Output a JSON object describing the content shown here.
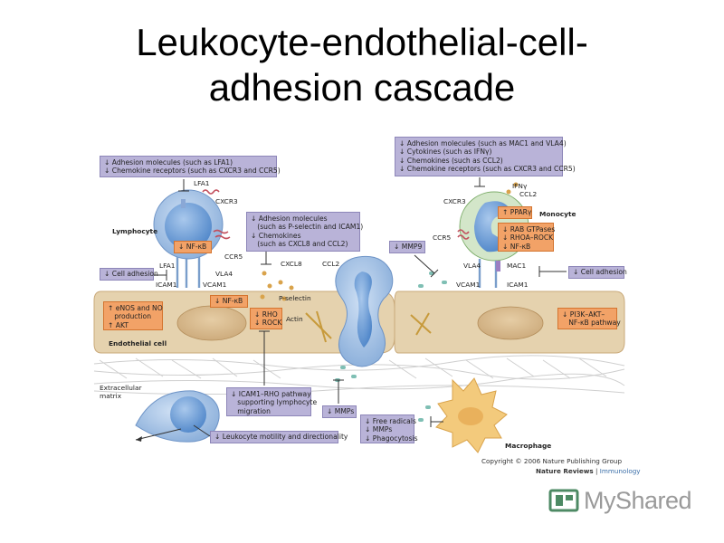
{
  "slide": {
    "title_line1": "Leukocyte-endothelial-cell-",
    "title_line2": "adhesion cascade"
  },
  "boxes": {
    "lymphocyte_adhesion": "↓ Adhesion molecules (such as LFA1)\n↓ Chemokine receptors (such as CXCR3 and CCR5)",
    "lymph_nfkb": "↓ NF-κB",
    "endo_adhesion": "↓ Adhesion molecules\n   (such as P-selectin and ICAM1)\n↓ Chemokines\n   (such as CXCL8 and CCL2)",
    "monocyte_adhesion": "↓ Adhesion molecules (such as MAC1 and VLA4)\n↓ Cytokines (such as IFNγ)\n↓ Chemokines (such as CCL2)\n↓ Chemokine receptors (such as CXCR3 and CCR5)",
    "pparg": "↑ PPARγ",
    "rab": "↓ RAB GTPases\n↓ RHOA–ROCK\n↓ NF-κB",
    "mmp9": "↓ MMP9",
    "cell_adhesion_left": "↓ Cell adhesion",
    "cell_adhesion_right": "↓ Cell adhesion",
    "endo_nfkb": "↓ NF-κB",
    "enos": "↑ eNOS and NO\n   production\n↑ AKT",
    "rho": "↓ RHO\n↓ ROCK",
    "pi3k": "↓ PI3K–AKT–\n   NF-κB pathway",
    "icam1_rho": "↓ ICAM1–RHO pathway\n   supporting lymphocyte\n   migration",
    "mmps": "↓ MMPs",
    "free_radicals": "↓ Free radicals\n↓ MMPs\n↓ Phagocytosis",
    "motility": "↓ Leukocyte motility and directionality"
  },
  "labels": {
    "lfa1_top": "LFA1",
    "cxcr3_left": "CXCR3",
    "lymphocyte": "Lymphocyte",
    "ccr5_left": "CCR5",
    "lfa1_low": "LFA1",
    "vla4_left": "VLA4",
    "icam1_left": "ICAM1",
    "vcam1_left": "VCAM1",
    "cxcl8": "CXCL8",
    "ccl2_mid": "CCL2",
    "p_selectin": "P-selectin",
    "actin": "Actin",
    "endothelial_cell": "Endothelial cell",
    "extracellular_matrix": "Extracellular\nmatrix",
    "ifng": "IFNγ",
    "ccl2_right": "CCL2",
    "cxcr3_right": "CXCR3",
    "monocyte": "Monocyte",
    "ccr5_right": "CCR5",
    "vla4_right": "VLA4",
    "mac1": "MAC1",
    "vcam1_right": "VCAM1",
    "icam1_right": "ICAM1",
    "macrophage": "Macrophage"
  },
  "copyright": {
    "line1": "Copyright © 2006 Nature Publishing Group",
    "line2_bold": "Nature Reviews",
    "line2_sep": " | ",
    "line2_rest": "Immunology"
  },
  "watermark": {
    "text": "MyShared"
  },
  "colors": {
    "purple_box": "#b9b3d8",
    "orange_box": "#f2a267",
    "endothelium": "#e3cfa9",
    "cell_blue": "#7aa7d8",
    "nucleus": "#d9b98a",
    "macrophage": "#f2c979"
  }
}
